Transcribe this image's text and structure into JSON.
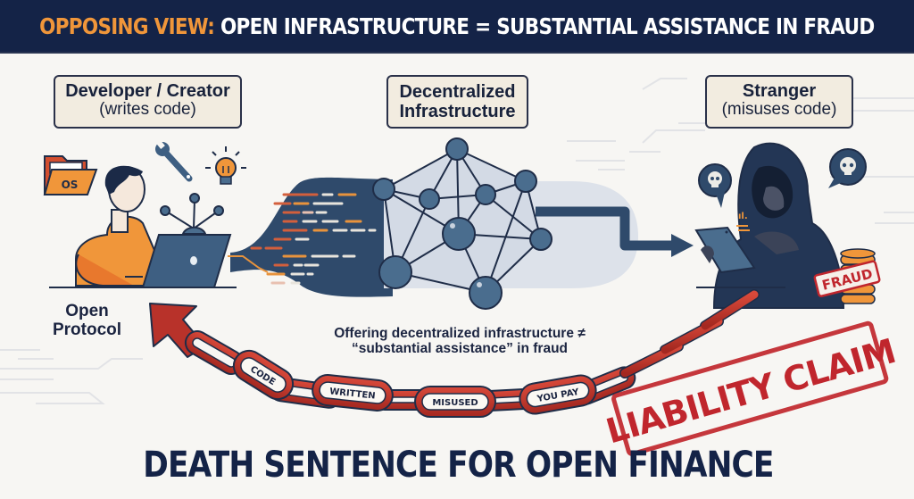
{
  "banner": {
    "accent_text": "OPPOSING VIEW:",
    "main_text": " OPEN INFRASTRUCTURE = SUBSTANTIAL ASSISTANCE IN FRAUD"
  },
  "actors": {
    "developer": {
      "title": "Developer / Creator",
      "subtitle": "(writes code)"
    },
    "infrastructure": {
      "title": "Decentralized",
      "subtitle": "Infrastructure"
    },
    "stranger": {
      "title": "Stranger",
      "subtitle": "(misuses code)"
    }
  },
  "icons": {
    "folder_label": "OS",
    "developer_icons": [
      "folder-icon",
      "wrench-icon",
      "lightbulb-icon",
      "network-node-icon",
      "laptop-icon"
    ],
    "stranger_icons": [
      "skull-speech-bubble-icon",
      "skull-speech-bubble-icon",
      "tablet-icon",
      "coin-stack-icon"
    ]
  },
  "open_protocol": {
    "line1": "Open",
    "line2": "Protocol"
  },
  "caption": {
    "line1": "Offering decentralized infrastructure ≠",
    "line2": "“substantial assistance” in fraud"
  },
  "chain_links": [
    "CODE",
    "WRITTEN",
    "MISUSED",
    "YOU PAY"
  ],
  "stamps": {
    "fraud": "FRAUD",
    "liability": "LIABILITY CLAIM"
  },
  "footer": {
    "title": "DEATH SENTENCE FOR OPEN FINANCE"
  },
  "colors": {
    "navy": "#142347",
    "accent_orange": "#f0963a",
    "chain_red": "#b8322a",
    "stamp_red": "#c0262d",
    "node_blue": "#4a6d8e",
    "label_bg": "#f2ece0"
  }
}
